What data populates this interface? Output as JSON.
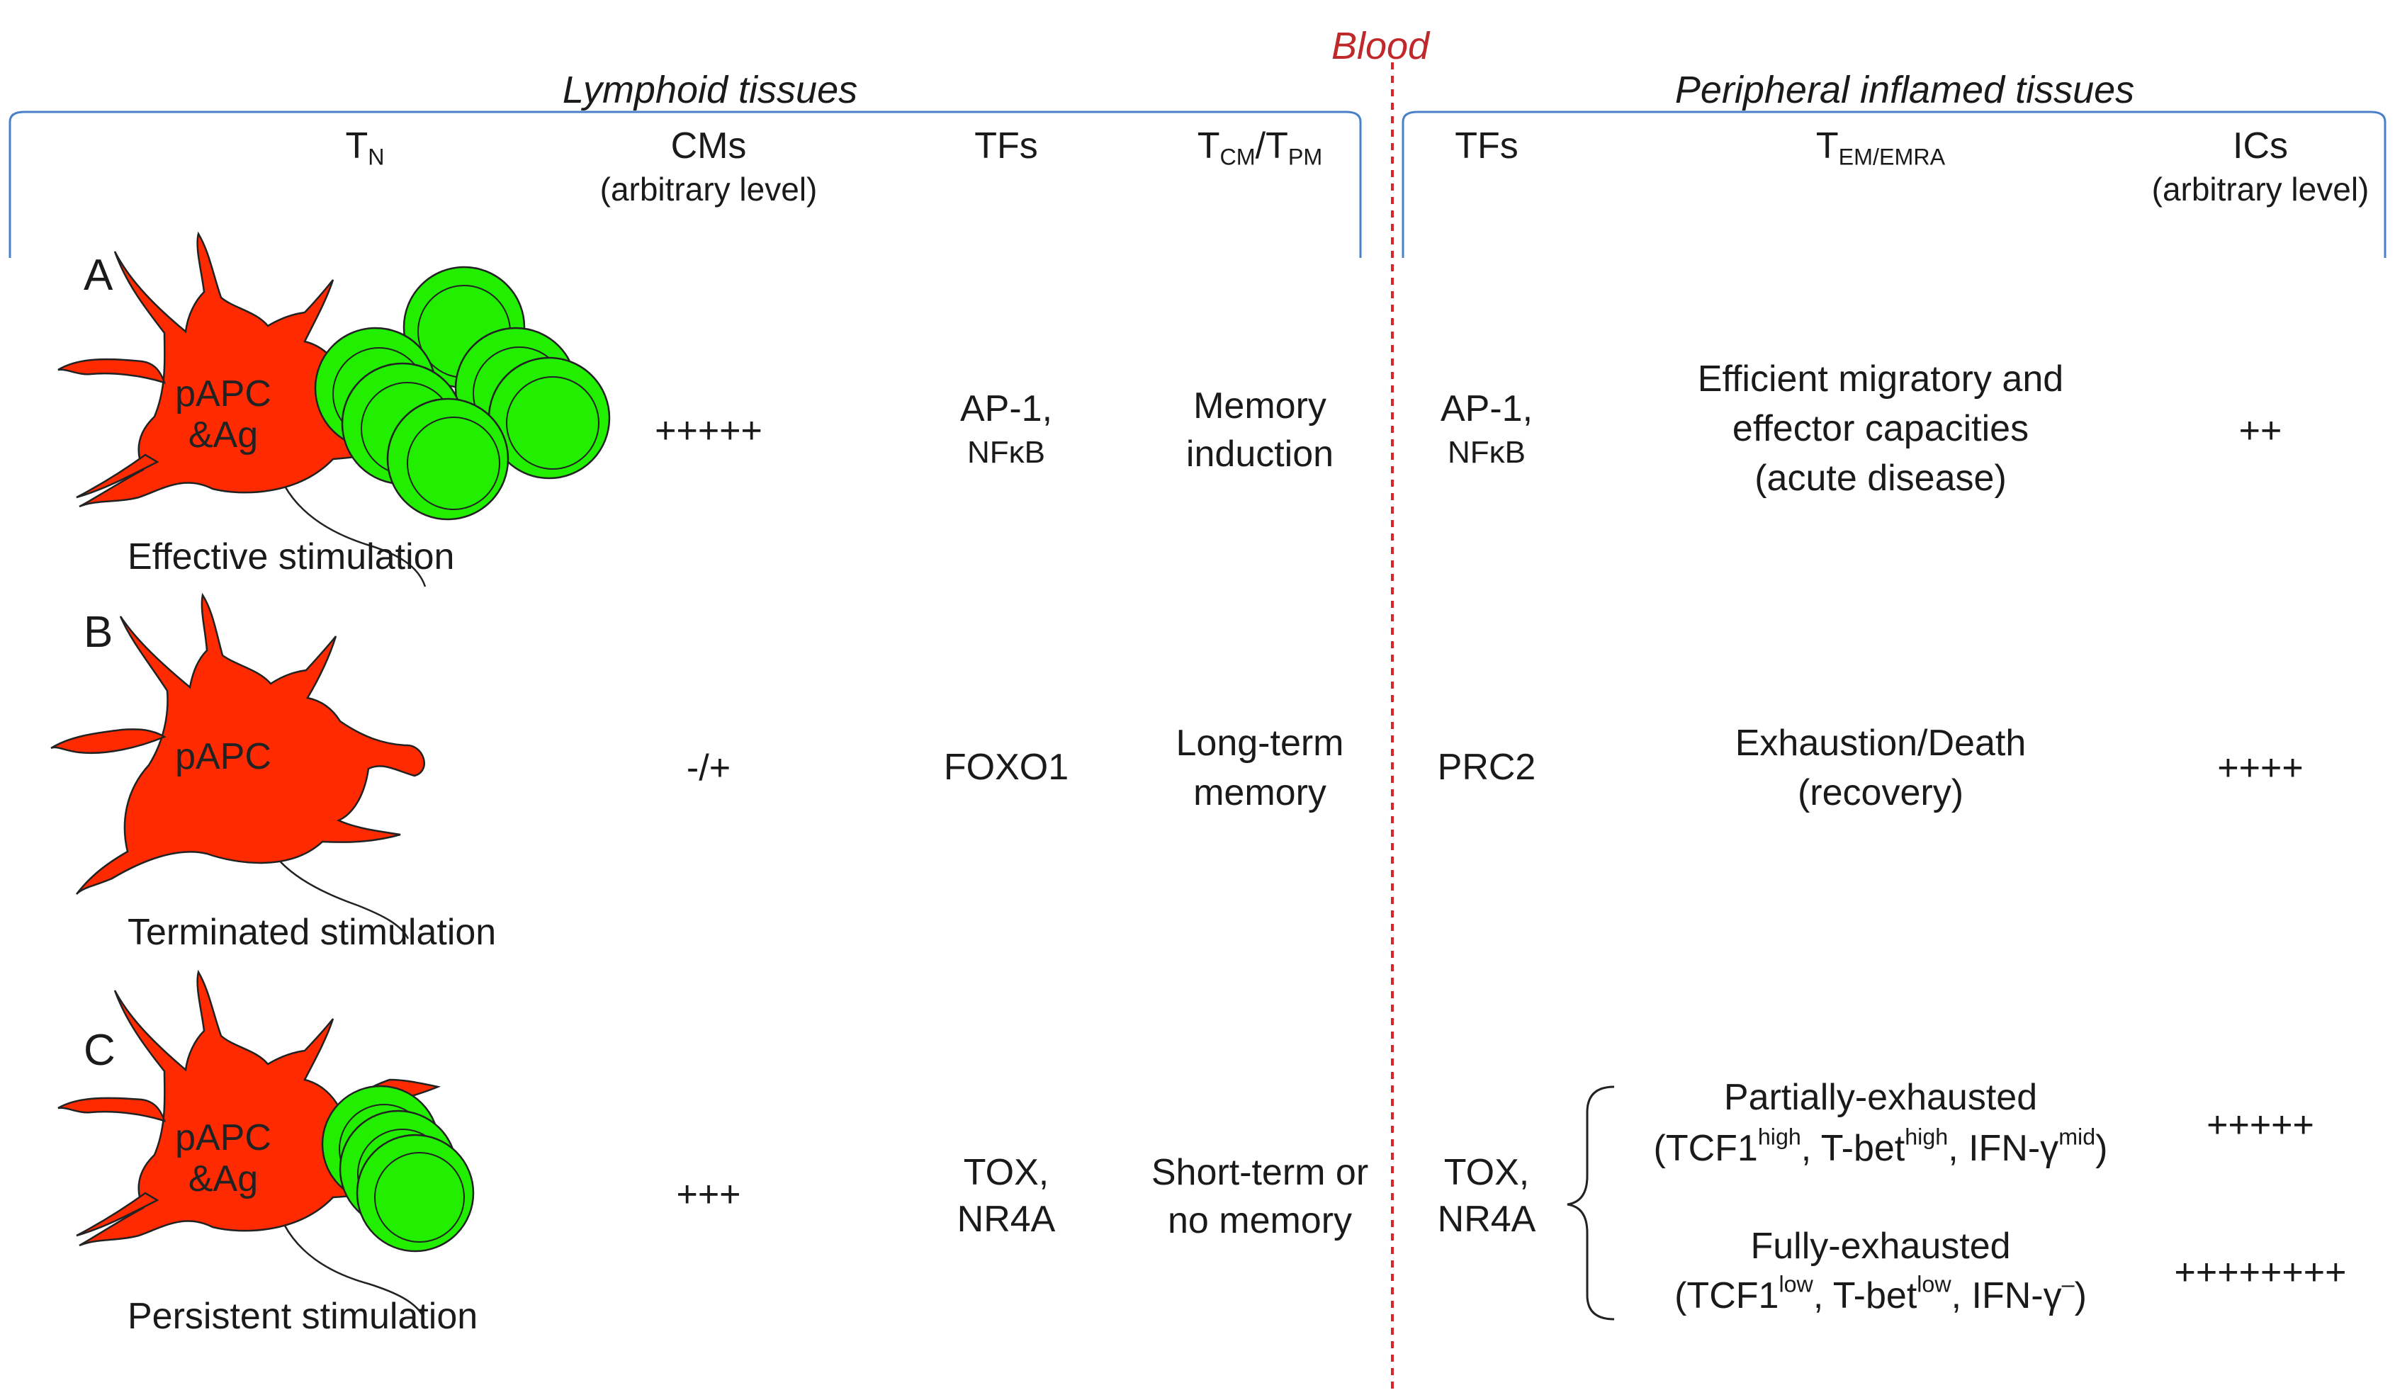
{
  "regions": {
    "blood": "Blood",
    "lymphoid": "Lymphoid tissues",
    "peripheral": "Peripheral inflamed tissues"
  },
  "headers": {
    "tn_main": "T",
    "tn_sub": "N",
    "cms_line1": "CMs",
    "cms_line2": "(arbitrary level)",
    "tfs_left": "TFs",
    "tcm_main1": "T",
    "tcm_sub1": "CM",
    "tcm_sep": "/T",
    "tcm_sub2": "PM",
    "tfs_right": "TFs",
    "tem_main": "T",
    "tem_sub": "EM/EMRA",
    "ics_line1": "ICs",
    "ics_line2": "(arbitrary level)"
  },
  "rows": {
    "a": {
      "letter": "A",
      "cell_label_1": "pAPC",
      "cell_label_2": "&Ag",
      "caption": "Effective stimulation",
      "cms": "+++++",
      "tfs_left_1": "AP-1,",
      "tfs_left_2": "NFκB",
      "memory_1": "Memory",
      "memory_2": "induction",
      "tfs_right_1": "AP-1,",
      "tfs_right_2": "NFκB",
      "effector_1": "Efficient migratory and",
      "effector_2": "effector capacities",
      "effector_3": "(acute disease)",
      "ics": "++"
    },
    "b": {
      "letter": "B",
      "cell_label_1": "pAPC",
      "caption": "Terminated stimulation",
      "cms": "-/+",
      "tfs_left": "FOXO1",
      "memory_1": "Long-term",
      "memory_2": "memory",
      "tfs_right": "PRC2",
      "effector_1": "Exhaustion/Death",
      "effector_2": "(recovery)",
      "ics": "++++"
    },
    "c": {
      "letter": "C",
      "cell_label_1": "pAPC",
      "cell_label_2": "&Ag",
      "caption": "Persistent stimulation",
      "cms": "+++",
      "tfs_left_1": "TOX,",
      "tfs_left_2": "NR4A",
      "memory_1": "Short-term or",
      "memory_2": "no memory",
      "tfs_right_1": "TOX,",
      "tfs_right_2": "NR4A",
      "partial_title": "Partially-exhausted",
      "partial_p1": "(TCF1",
      "partial_s1": "high",
      "partial_p2": ", T-bet",
      "partial_s2": "high",
      "partial_p3": ", IFN-γ",
      "partial_s3": "mid",
      "partial_p4": ")",
      "partial_ics": "+++++",
      "full_title": "Fully-exhausted",
      "full_p1": "(TCF1",
      "full_s1": "low",
      "full_p2": ", T-bet",
      "full_s2": "low",
      "full_p3": ", IFN-γ",
      "full_s3": "–",
      "full_p4": ")",
      "full_ics": "++++++++"
    }
  },
  "colors": {
    "apc_fill": "#ff2a00",
    "tcell_fill": "#22ee00",
    "bracket_line": "#4a80c8",
    "blood_line": "#d8262a"
  },
  "icons": [
    "dendritic-cell-shape",
    "t-cell-circle"
  ]
}
